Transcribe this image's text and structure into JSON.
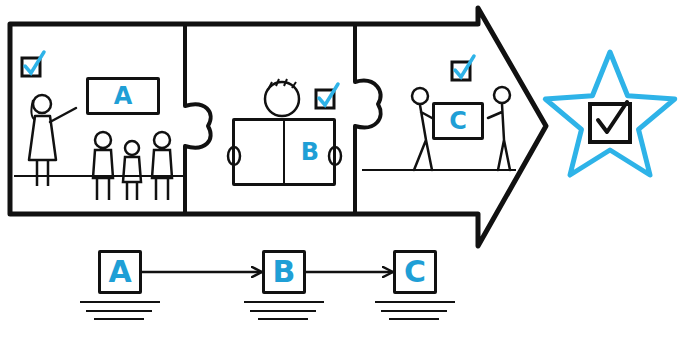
{
  "diagram": {
    "nodes": [
      {
        "text": [
          "A"
        ]
      },
      {
        "text": [
          "B"
        ]
      },
      {
        "text": [
          "C"
        ]
      },
      {
        "text": [
          "A"
        ]
      },
      {
        "text": [
          "B"
        ]
      },
      {
        "text": [
          "C"
        ]
      }
    ],
    "edges": [
      {
        "from": 3,
        "to": 4,
        "arrow": "to"
      },
      {
        "from": 4,
        "to": 5,
        "arrow": "to"
      }
    ]
  }
}
